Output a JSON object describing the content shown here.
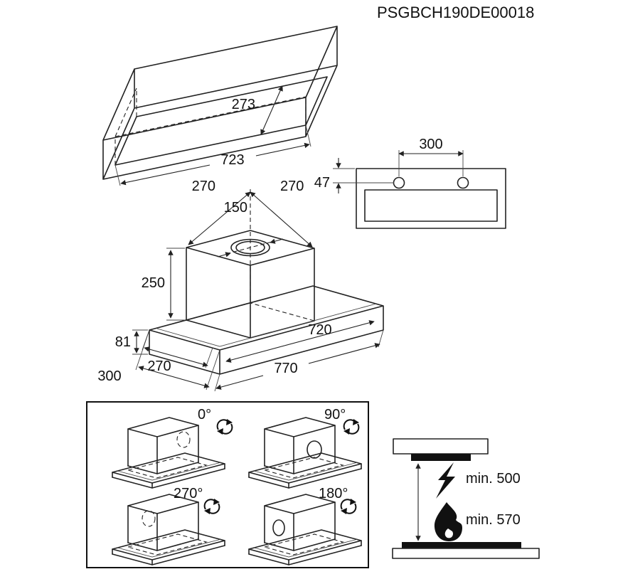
{
  "product_code": "PSGBCH190DE00018",
  "cabinet_cutout": {
    "width": "723",
    "depth": "273"
  },
  "front_view": {
    "hole_spacing": "300",
    "hole_offset_top": "47"
  },
  "hood": {
    "duct_offset_left": "270",
    "duct_offset_right": "270",
    "duct_diameter": "150",
    "chimney_height": "250",
    "base_height": "81",
    "base_depth": "300",
    "inner_depth": "270",
    "body_width": "720",
    "total_width": "770"
  },
  "outlet_rotation": {
    "deg0": "0°",
    "deg90": "90°",
    "deg180": "180°",
    "deg270": "270°"
  },
  "clearances": {
    "electric_hob": "min. 500",
    "gas_hob": "min. 570"
  }
}
